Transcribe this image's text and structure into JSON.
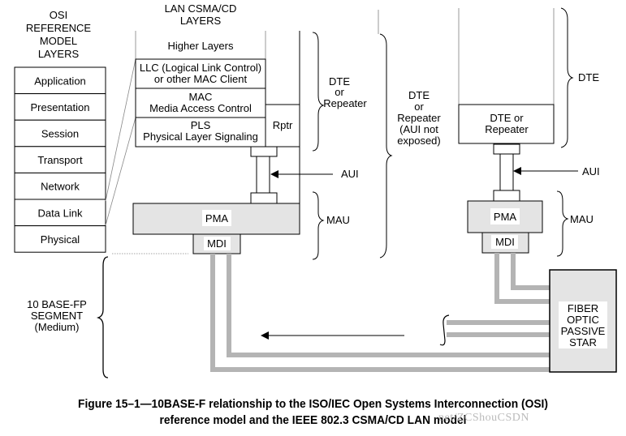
{
  "osi": {
    "title": [
      "OSI",
      "REFERENCE",
      "MODEL",
      "LAYERS"
    ],
    "layers": [
      "Application",
      "Presentation",
      "Session",
      "Transport",
      "Network",
      "Data Link",
      "Physical"
    ]
  },
  "lan": {
    "title": [
      "LAN CSMA/CD",
      "LAYERS"
    ],
    "higher_layers": "Higher Layers",
    "llc": [
      "LLC (Logical Link Control)",
      "or other MAC Client"
    ],
    "mac": [
      "MAC",
      "Media Access Control"
    ],
    "pls": [
      "PLS",
      "Physical Layer Signaling"
    ],
    "rptr": "Rptr"
  },
  "left_station": {
    "pma": "PMA",
    "mdi": "MDI",
    "aui_label": "AUI",
    "mau_label": "MAU",
    "dte_label": [
      "DTE",
      "or",
      "Repeater"
    ]
  },
  "middle_label": [
    "DTE",
    "or",
    "Repeater",
    "(AUI not",
    "exposed)"
  ],
  "right_station": {
    "box": [
      "DTE or",
      "Repeater"
    ],
    "dte_label": "DTE",
    "aui_label": "AUI",
    "pma": "PMA",
    "mdi": "MDI",
    "mau_label": "MAU"
  },
  "segment_label": [
    "10 BASE-FP",
    "SEGMENT",
    "(Medium)"
  ],
  "star_label": [
    "FIBER",
    "OPTIC",
    "PASSIVE",
    "STAR"
  ],
  "caption": [
    "Figure 15–1—10BASE-F relationship to the ISO/IEC Open Systems Interconnection (OSI)",
    "reference model and the IEEE 802.3 CSMA/CD LAN model"
  ],
  "watermark": "net/ZCShouCSDN",
  "colors": {
    "fiber": "#b4b4b4",
    "box_fill": "#e4e4e4",
    "line": "#000000"
  }
}
